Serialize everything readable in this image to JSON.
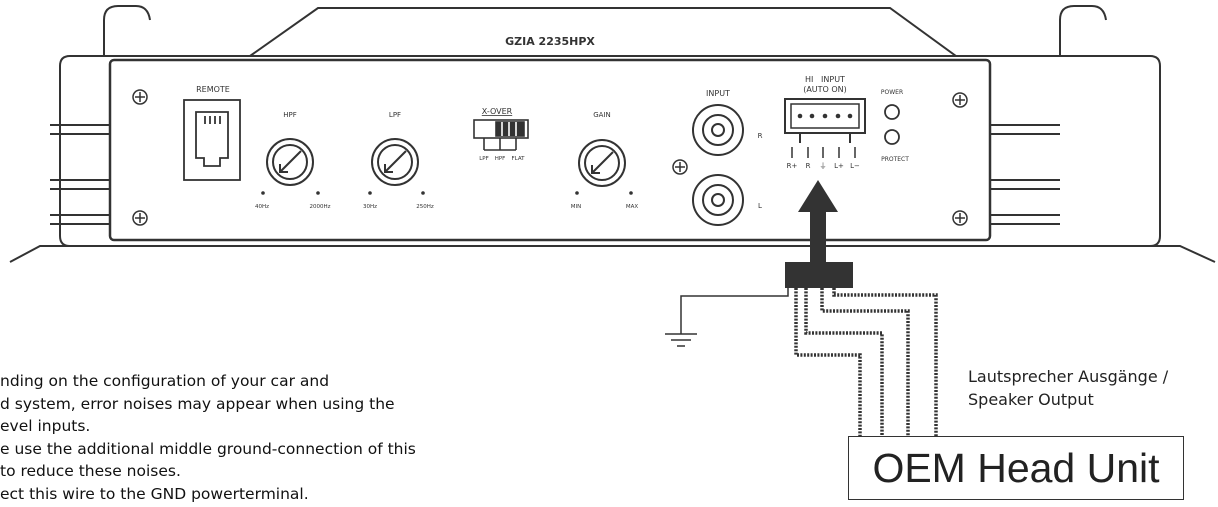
{
  "amplifier": {
    "model": "GZIA 2235HPX",
    "remote_label": "REMOTE",
    "hpf": {
      "label": "HPF",
      "min": "40Hz",
      "max": "2000Hz"
    },
    "lpf": {
      "label": "LPF",
      "min": "30Hz",
      "max": "250Hz"
    },
    "xover": {
      "label": "X-OVER",
      "options": [
        "LPF",
        "HPF",
        "FLAT"
      ]
    },
    "gain": {
      "label": "GAIN",
      "min": "MIN",
      "max": "MAX"
    },
    "input": {
      "label": "INPUT",
      "right": "R",
      "left": "L"
    },
    "hi_input": {
      "line1": "HI   INPUT",
      "line2": "(AUTO ON)",
      "pins": [
        "R+",
        "R",
        "⏚",
        "L+",
        "L−"
      ]
    },
    "power_label": "POWER",
    "protect_label": "PROTECT"
  },
  "speaker_output": {
    "line1": "Lautsprecher Ausgänge /",
    "line2": "Speaker Output"
  },
  "head_unit": {
    "label": "OEM Head Unit"
  },
  "note": {
    "lines": [
      "nding on the configuration of your car and",
      "d system, error noises may appear when using the",
      "evel inputs.",
      "e use the additional middle ground-connection of this",
      "to reduce these noises.",
      "ect this wire to the GND powerterminal."
    ]
  }
}
